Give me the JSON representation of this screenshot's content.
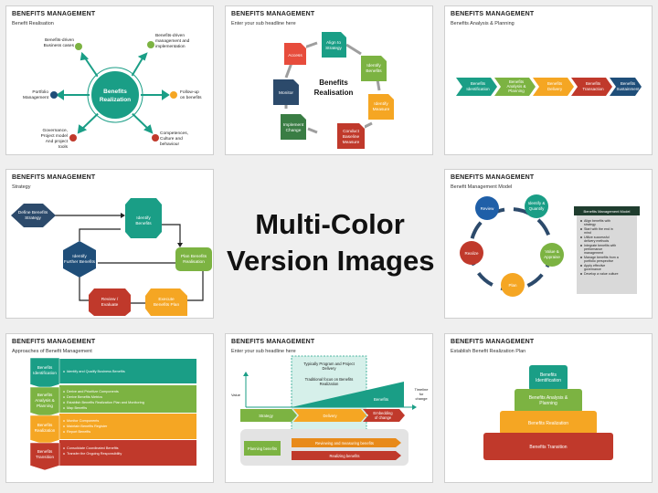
{
  "center_title": {
    "line1": "Multi-Color",
    "line2": "Version Images"
  },
  "slides": [
    {
      "title": "BENEFITS MANAGEMENT",
      "subtitle": "Benefit Realisation",
      "hub": [
        "Benefits",
        "Realization"
      ],
      "labels": {
        "top_left": [
          "Benefits-driven",
          "Business cases"
        ],
        "top_right": [
          "Benefits-driven",
          "management and",
          "implementation"
        ],
        "left": [
          "Portfolio",
          "Management"
        ],
        "right": [
          "Follow-up",
          "on benefits"
        ],
        "bottom_left": [
          "Governance,",
          "Project model",
          "And project",
          "tools"
        ],
        "bottom_right": [
          "Competences,",
          "Culture and",
          "behaviour"
        ]
      },
      "colors": {
        "hub": "#1a9e86",
        "teal": "#1a9e86",
        "green": "#7cb342",
        "orange": "#f5a623",
        "red": "#c0392b",
        "navy": "#1f4e79"
      }
    },
    {
      "title": "BENEFITS MANAGEMENT",
      "subtitle": "Enter your sub headline here",
      "center": [
        "Benefits",
        "Realisation"
      ],
      "steps": [
        {
          "label": [
            "Access"
          ],
          "color": "#e74c3c"
        },
        {
          "label": [
            "Align to",
            "Strategy"
          ],
          "color": "#1a9e86"
        },
        {
          "label": [
            "Identify",
            "Benefits"
          ],
          "color": "#7cb342"
        },
        {
          "label": [
            "Identify",
            "Measure"
          ],
          "color": "#f5a623"
        },
        {
          "label": [
            "Conduct",
            "Baseline",
            "Measure"
          ],
          "color": "#c0392b"
        },
        {
          "label": [
            "Implement",
            "Change"
          ],
          "color": "#3a7d44"
        },
        {
          "label": [
            "Monitor"
          ],
          "color": "#2c4a6b"
        }
      ]
    },
    {
      "title": "BENEFITS MANAGEMENT",
      "subtitle": "Benefits Analysis & Planning",
      "chevrons": [
        {
          "label": [
            "Benefits",
            "Identification"
          ],
          "color": "#1a9e86"
        },
        {
          "label": [
            "Benefits",
            "Analysis &",
            "Planning"
          ],
          "color": "#7cb342"
        },
        {
          "label": [
            "Benefits",
            "Delivery"
          ],
          "color": "#f5a623"
        },
        {
          "label": [
            "Benefits",
            "Transaction"
          ],
          "color": "#c0392b"
        },
        {
          "label": [
            "Benefits",
            "Sustainment"
          ],
          "color": "#1f4e79"
        }
      ]
    },
    {
      "title": "BENEFITS MANAGEMENT",
      "subtitle": "Strategy",
      "nodes": {
        "define": [
          "Define Benefits",
          "Strategy"
        ],
        "identify": [
          "Identify",
          "Benefits"
        ],
        "plan": [
          "Plan Benefits",
          "Realisation"
        ],
        "execute": [
          "Execute",
          "Benefits Plan"
        ],
        "review": [
          "Review /",
          "Evaluate"
        ],
        "further": [
          "Identify",
          "Further Benefits"
        ]
      }
    },
    {
      "title": "BENEFITS MANAGEMENT",
      "subtitle": "Benefit Management Model",
      "circles": [
        {
          "label": [
            "Review"
          ],
          "color": "#1f5fa8"
        },
        {
          "label": [
            "Identify &",
            "Quantify"
          ],
          "color": "#1a9e86"
        },
        {
          "label": [
            "Value &",
            "Appraise"
          ],
          "color": "#7cb342"
        },
        {
          "label": [
            "Plan"
          ],
          "color": "#f5a623"
        },
        {
          "label": [
            "Realize"
          ],
          "color": "#c0392b"
        }
      ],
      "panel": {
        "heading": "Benefits Management Model",
        "bullets": [
          "Align benefits with",
          "strategy",
          "Start with the end in",
          "mind",
          "Utilize successful",
          "delivery methods",
          "Integrate benefits with",
          "performance",
          "management",
          "Manage benefits from a",
          "portfolio perspective",
          "Apply effective",
          "governance",
          "Develop a value culture"
        ]
      }
    },
    {
      "title": "BENEFITS MANAGEMENT",
      "subtitle": "Approaches of Benefit Management",
      "rows": [
        {
          "label": [
            "Benefits",
            "Identification"
          ],
          "color": "#1a9e86",
          "bullets": [
            "Identify and Qualify Business Benefits"
          ]
        },
        {
          "label": [
            "Benefits",
            "Analysis &",
            "Planning"
          ],
          "color": "#7cb342",
          "bullets": [
            "Derive and Prioritize Components",
            "Derive Benefits Metrics",
            "Establish Benefits Realization Plan and Monitoring",
            "Map Benefits"
          ]
        },
        {
          "label": [
            "Benefits",
            "Realization"
          ],
          "color": "#f5a623",
          "bullets": [
            "Monitor Components",
            "Maintain Benefits Register",
            "Report Benefits"
          ]
        },
        {
          "label": [
            "Benefits",
            "Transition"
          ],
          "color": "#c0392b",
          "bullets": [
            "Consolidate Coordinated Benefits",
            "Transfer the Ongoing Responsibility"
          ]
        }
      ]
    },
    {
      "title": "BENEFITS MANAGEMENT",
      "subtitle": "Enter your sub headline here",
      "box_text": [
        "Typically Program and Project",
        "Delivery"
      ],
      "box_text2": [
        "Traditional focus on Benefits",
        "Realization"
      ],
      "value_label": "Value",
      "timeline_label": [
        "Timeline",
        "for",
        "change"
      ],
      "benefits_label": "Benefits",
      "arrows": [
        "Strategy",
        "Delivery",
        "Embedding",
        "of change"
      ],
      "planning": "Planning benefits",
      "reviewing": "Reviewing and measuring benefits",
      "realizing": "Realizing benefits"
    },
    {
      "title": "BENEFITS MANAGEMENT",
      "subtitle": "Establish Benefit Realization Plan",
      "tiers": [
        {
          "label": [
            "Benefits",
            "Identification"
          ],
          "color": "#1a9e86"
        },
        {
          "label": [
            "Benefits Analysis &",
            "Planning"
          ],
          "color": "#7cb342"
        },
        {
          "label": [
            "Benefits Realization"
          ],
          "color": "#f5a623"
        },
        {
          "label": [
            "Benefits Transition"
          ],
          "color": "#c0392b"
        }
      ]
    }
  ]
}
